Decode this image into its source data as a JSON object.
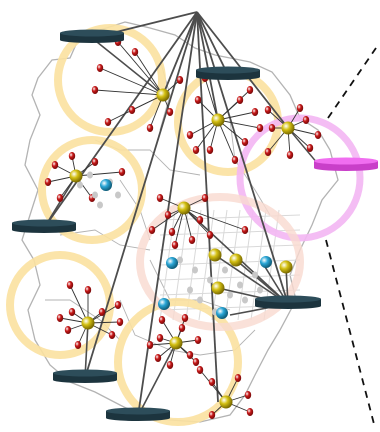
{
  "colors": {
    "background": "#ffffff",
    "map_fill": "#ffffff",
    "map_outline": "#b3b3b3",
    "faint_structure": "#d9d9d9",
    "zone_ring": "#fbe1a0",
    "central_zone": "#f9d9d0",
    "highlight_ring": "#f3b6f3",
    "trunk_line": "#4d4d4d",
    "spoke_line": "#333333",
    "hub_node": "#d4c012",
    "hub_node_shade": "#7a6a00",
    "sensor_node": "#c81818",
    "relay_node": "#2aa6d6",
    "gray_node": "#c8c8c8",
    "base_station_top": "#2d4d5a",
    "base_station_side": "#1c343e",
    "highlight_station_top": "#f06ef0",
    "highlight_station_side": "#c93fc9",
    "dashed_guide": "#111111"
  },
  "icons": {
    "base_station": "disc-platform-icon",
    "highlight_station": "pink-disc-platform-icon",
    "hub": "yellow-sphere-icon",
    "sensor": "red-dot-icon",
    "relay": "blue-sphere-icon"
  },
  "clusters": [
    {
      "id": "north-west",
      "hub_role": "cluster-head",
      "sensor_count": 9
    },
    {
      "id": "north",
      "hub_role": "cluster-head",
      "sensor_count": 11
    },
    {
      "id": "north-east",
      "hub_role": "cluster-head",
      "sensor_count": 8,
      "highlighted": true
    },
    {
      "id": "west",
      "hub_role": "cluster-head",
      "sensor_count": 7
    },
    {
      "id": "central",
      "hub_role": "cluster-head",
      "sensor_count": 10
    },
    {
      "id": "south-west",
      "hub_role": "cluster-head",
      "sensor_count": 10
    },
    {
      "id": "south",
      "hub_role": "cluster-head",
      "sensor_count": 10
    },
    {
      "id": "south-east",
      "hub_role": "cluster-head",
      "sensor_count": 6
    }
  ],
  "base_station_count": 7,
  "highlight_station_count": 1
}
